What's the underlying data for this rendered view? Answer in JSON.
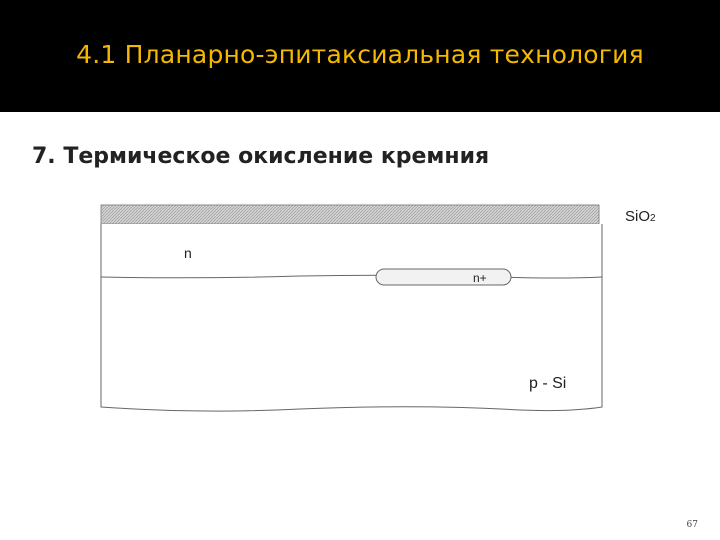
{
  "slide": {
    "title": "4.1 Планарно-эпитаксиальная технология",
    "subtitle": "7. Термическое окисление кремния",
    "page_number": "67"
  },
  "diagram": {
    "labels": {
      "oxide": "SiO",
      "oxide_subscript": "2",
      "epi_layer": "n",
      "buried_layer": "n+",
      "substrate": "p - Si"
    },
    "colors": {
      "oxide_fill": "#cfcfcf",
      "outline": "#666666",
      "buried_fill": "#f2f2f2"
    }
  }
}
